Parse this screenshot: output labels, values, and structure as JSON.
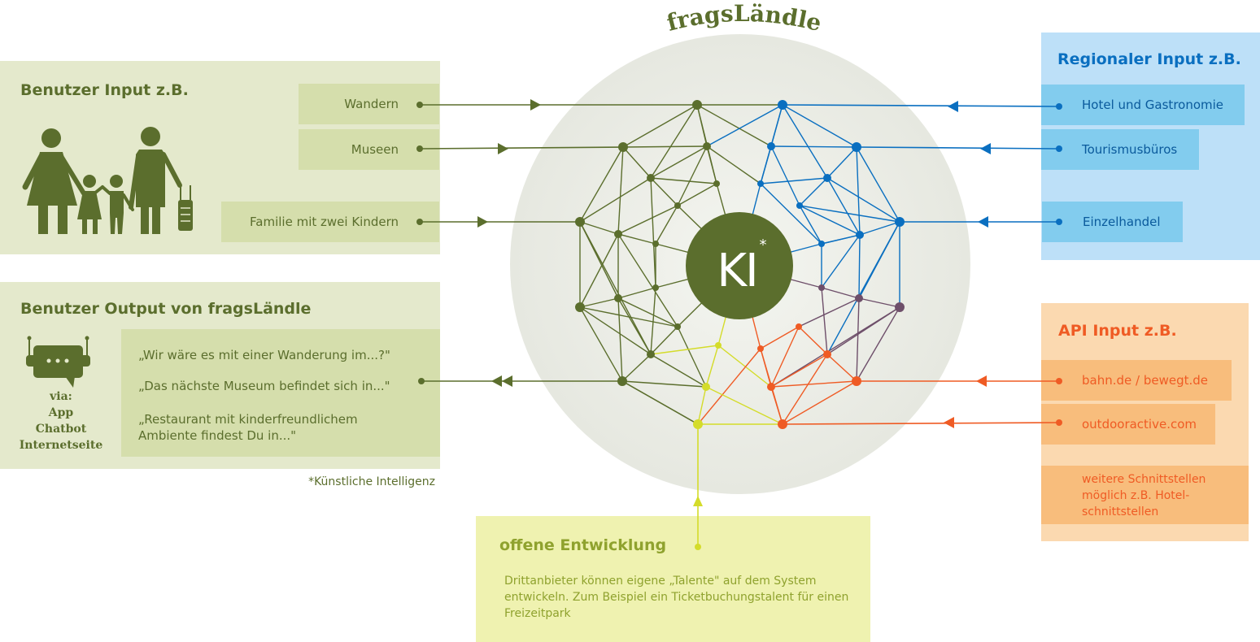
{
  "title": "fragsLändle",
  "center": {
    "label": "KI",
    "asterisk": "*"
  },
  "footnote": "*Künstliche Intelligenz",
  "user_input": {
    "heading": "Benutzer Input z.B.",
    "icon": "family-with-luggage-icon",
    "items": [
      {
        "label": "Wandern"
      },
      {
        "label": "Museen"
      },
      {
        "label": "Familie mit zwei Kindern"
      }
    ]
  },
  "user_output": {
    "heading": "Benutzer Output von fragsLändle",
    "icon": "chatbot-icon",
    "via_label": "via:",
    "channels": [
      "App",
      "Chatbot",
      "Internetseite"
    ],
    "quotes": [
      "„Wir wäre es mit einer Wanderung im...?\"",
      "„Das nächste Museum befindet sich in...\"",
      "„Restaurant mit kinderfreundlichem Ambiente findest Du in...\""
    ]
  },
  "regional_input": {
    "heading": "Regionaler Input z.B.",
    "items": [
      {
        "label": "Hotel und Gastronomie"
      },
      {
        "label": "Tourismusbüros"
      },
      {
        "label": "Einzelhandel"
      }
    ]
  },
  "api_input": {
    "heading": "API Input z.B.",
    "items": [
      {
        "label": "bahn.de / bewegt.de"
      },
      {
        "label": "outdooractive.com"
      }
    ],
    "note": "weitere Schnittstellen möglich z.B. Hotel-schnittstellen"
  },
  "open_dev": {
    "heading": "offene Entwicklung",
    "text": "Drittanbieter können eigene „Talente\" auf dem System entwickeln. Zum Beispiel ein Ticketbuchungstalent für einen Freizeitpark"
  },
  "colors": {
    "green_dark": "#5b6e2d",
    "green_panel": "#e4e9cc",
    "green_item": "#d5deac",
    "blue": "#0a6fc0",
    "blue_panel": "#bde0f8",
    "blue_item": "#82ccee",
    "orange": "#ef5b24",
    "orange_panel": "#fbd9b0",
    "orange_item": "#f8bd7c",
    "yellow": "#d4dc2a",
    "yellow_panel": "#eff2b0",
    "yellow_text": "#8fa22e",
    "purple": "#6e4f6a",
    "circle_bg": "#e8eae2"
  }
}
